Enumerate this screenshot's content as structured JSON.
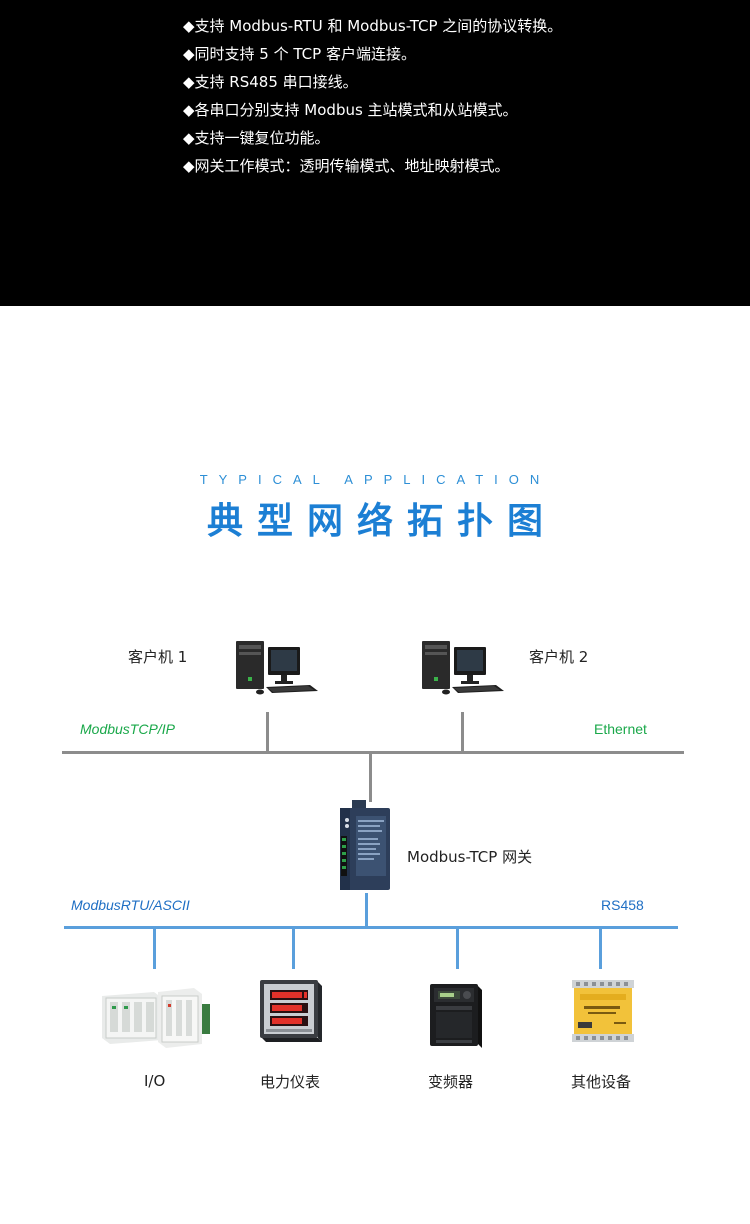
{
  "features": [
    "◆支持 Modbus-RTU 和 Modbus-TCP 之间的协议转换。",
    "◆同时支持 5 个 TCP 客户端连接。",
    "◆支持 RS485 串口接线。",
    "◆各串口分别支持 Modbus 主站模式和从站模式。",
    "◆支持一键复位功能。",
    "◆网关工作模式：透明传输模式、地址映射模式。"
  ],
  "section": {
    "subtitle": "TYPICAL APPLICATION",
    "title": "典型网络拓扑图"
  },
  "topology": {
    "client1": "客户机 1",
    "client2": "客户机 2",
    "ethernet_left": "ModbusTCP/IP",
    "ethernet_right": "Ethernet",
    "gateway": "Modbus-TCP 网关",
    "serial_left": "ModbusRTU/ASCII",
    "serial_right": "RS458",
    "devices": [
      "I/O",
      "电力仪表",
      "变频器",
      "其他设备"
    ]
  },
  "colors": {
    "ethernet_bus": "#8c8c8c",
    "serial_bus": "#5a9fdc",
    "green_label": "#1aa84a",
    "blue_label": "#1f6fc4",
    "title": "#1c7fd4"
  }
}
